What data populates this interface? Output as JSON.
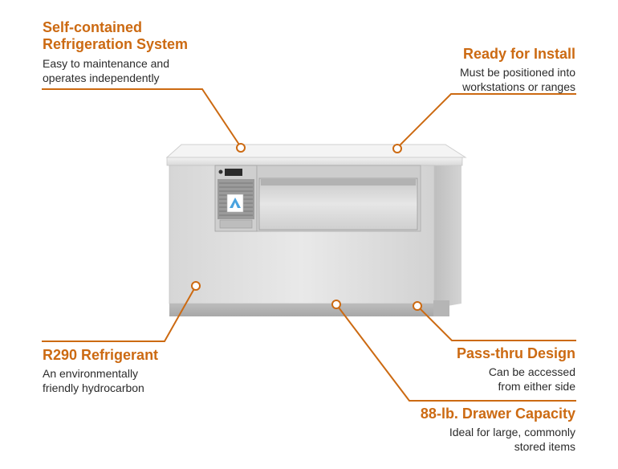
{
  "accent_color": "#cc6a12",
  "callouts": {
    "self_contained": {
      "title_line1": "Self-contained",
      "title_line2": "Refrigeration System",
      "desc_line1": "Easy to maintenance and",
      "desc_line2": "operates independently"
    },
    "ready_for_install": {
      "title": "Ready for Install",
      "desc_line1": "Must be positioned into",
      "desc_line2": "workstations or ranges"
    },
    "r290": {
      "title": "R290 Refrigerant",
      "desc_line1": "An environmentally",
      "desc_line2": "friendly hydrocarbon"
    },
    "pass_thru": {
      "title": "Pass-thru Design",
      "desc_line1": "Can be accessed",
      "desc_line2": "from either side"
    },
    "drawer_capacity": {
      "title": "88-lb. Drawer Capacity",
      "desc_line1": "Ideal for large, commonly",
      "desc_line2": "stored items"
    }
  },
  "product": {
    "logo_icon": "triangle-logo-icon"
  }
}
